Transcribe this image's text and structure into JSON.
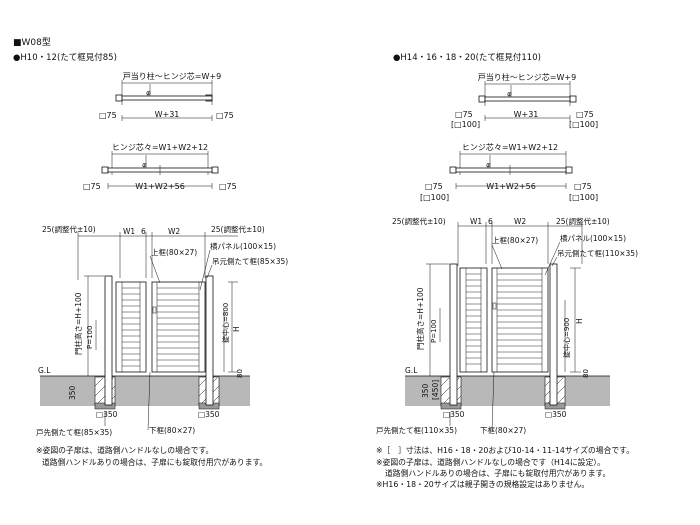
{
  "header": {
    "series": "■W08型",
    "left_title": "●H10・12(たて框見付85)",
    "right_title": "●H14・16・18・20(たて框見付110)"
  },
  "left": {
    "top": {
      "title": "戸当り柱〜ヒンジ芯=W+9",
      "phi": "φ",
      "width": "W+31",
      "end_l": "□75",
      "end_r": "□75"
    },
    "mid": {
      "title": "ヒンジ芯々=W1+W2+12",
      "phi": "φ",
      "width": "W1+W2+56",
      "end_l": "□75",
      "end_r": "□75"
    },
    "elev": {
      "adj_l": "25(調整代±10)",
      "w1": "W1",
      "gap": "6",
      "w2": "W2",
      "adj_r": "25(調整代±10)",
      "top_rail": "上框(80×27)",
      "h_panel": "横パネル(100×15)",
      "hinge_stile": "吊元側たて框(85×35)",
      "post_h": "門柱高さ=H+100",
      "p_dim": "P=100",
      "lock": "錠中心=800",
      "h": "H",
      "gl": "G.L",
      "found": "350",
      "s80": "80",
      "base_l": "□350",
      "base_r": "□350",
      "leaf_stile": "戸先側たて框(85×35)",
      "bottom_rail": "下框(80×27)"
    },
    "notes": [
      "※姿図の子扉は、道路側ハンドルなしの場合です。",
      "道路側ハンドルありの場合は、子扉にも錠取付用穴があります。"
    ]
  },
  "right": {
    "top": {
      "title": "戸当り柱〜ヒンジ芯=W+9",
      "phi": "φ",
      "width": "W+31",
      "end_l": "□75",
      "end_l2": "[□100]",
      "end_r": "□75",
      "end_r2": "[□100]"
    },
    "mid": {
      "title": "ヒンジ芯々=W1+W2+12",
      "phi": "φ",
      "width": "W1+W2+56",
      "end_l": "□75",
      "end_l2": "[□100]",
      "end_r": "□75",
      "end_r2": "[□100]"
    },
    "elev": {
      "adj_l": "25(調整代±10)",
      "w1": "W1",
      "gap": "6",
      "w2": "W2",
      "adj_r": "25(調整代±10)",
      "top_rail": "上框(80×27)",
      "h_panel": "横パネル(100×15)",
      "hinge_stile": "吊元側たて框(110×35)",
      "post_h": "門柱高さ=H+100",
      "p_dim": "P=100",
      "lock": "錠中心=900",
      "h": "H",
      "gl": "G.L",
      "found": "350",
      "found2": "[450]",
      "s80": "80",
      "base_l": "□350",
      "base_r": "□350",
      "leaf_stile": "戸先側たて框(110×35)",
      "bottom_rail": "下框(80×27)"
    },
    "notes": [
      "※［　］寸法は、H16・18・20および10-14・11-14サイズの場合です。",
      "※姿図の子扉は、道路側ハンドルなしの場合です（H14に設定）。",
      "道路側ハンドルありの場合は、子扉にも錠取付用穴があります。",
      "※H16・18・20サイズは親子開きの規格設定はありません。"
    ]
  }
}
